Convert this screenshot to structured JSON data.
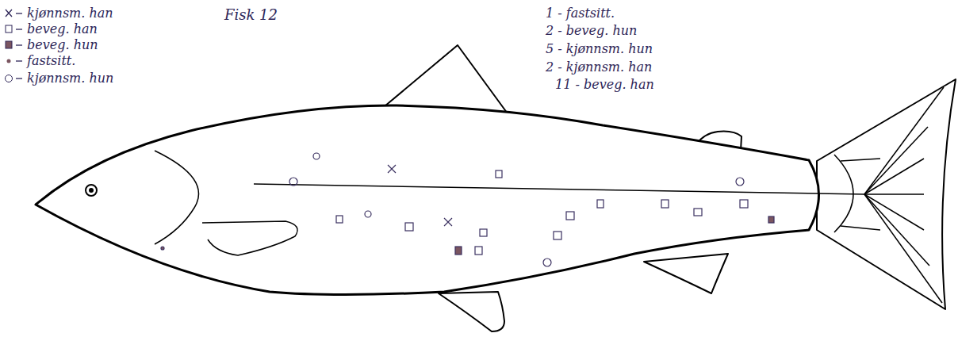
{
  "diagram": {
    "title": "Fisk 12",
    "labels": [
      "1 - fastsitt.",
      "2 - beveg. hun",
      "5 - kjønnsm. hun",
      "2 - kjønnsm. han",
      "11 - beveg. han"
    ],
    "legend": [
      {
        "text": "kjønnsm. han"
      },
      {
        "text": "beveg. han"
      },
      {
        "text": "beveg. hun"
      },
      {
        "text": "fastsitt."
      },
      {
        "text": "kjønnsm. hun"
      }
    ]
  }
}
